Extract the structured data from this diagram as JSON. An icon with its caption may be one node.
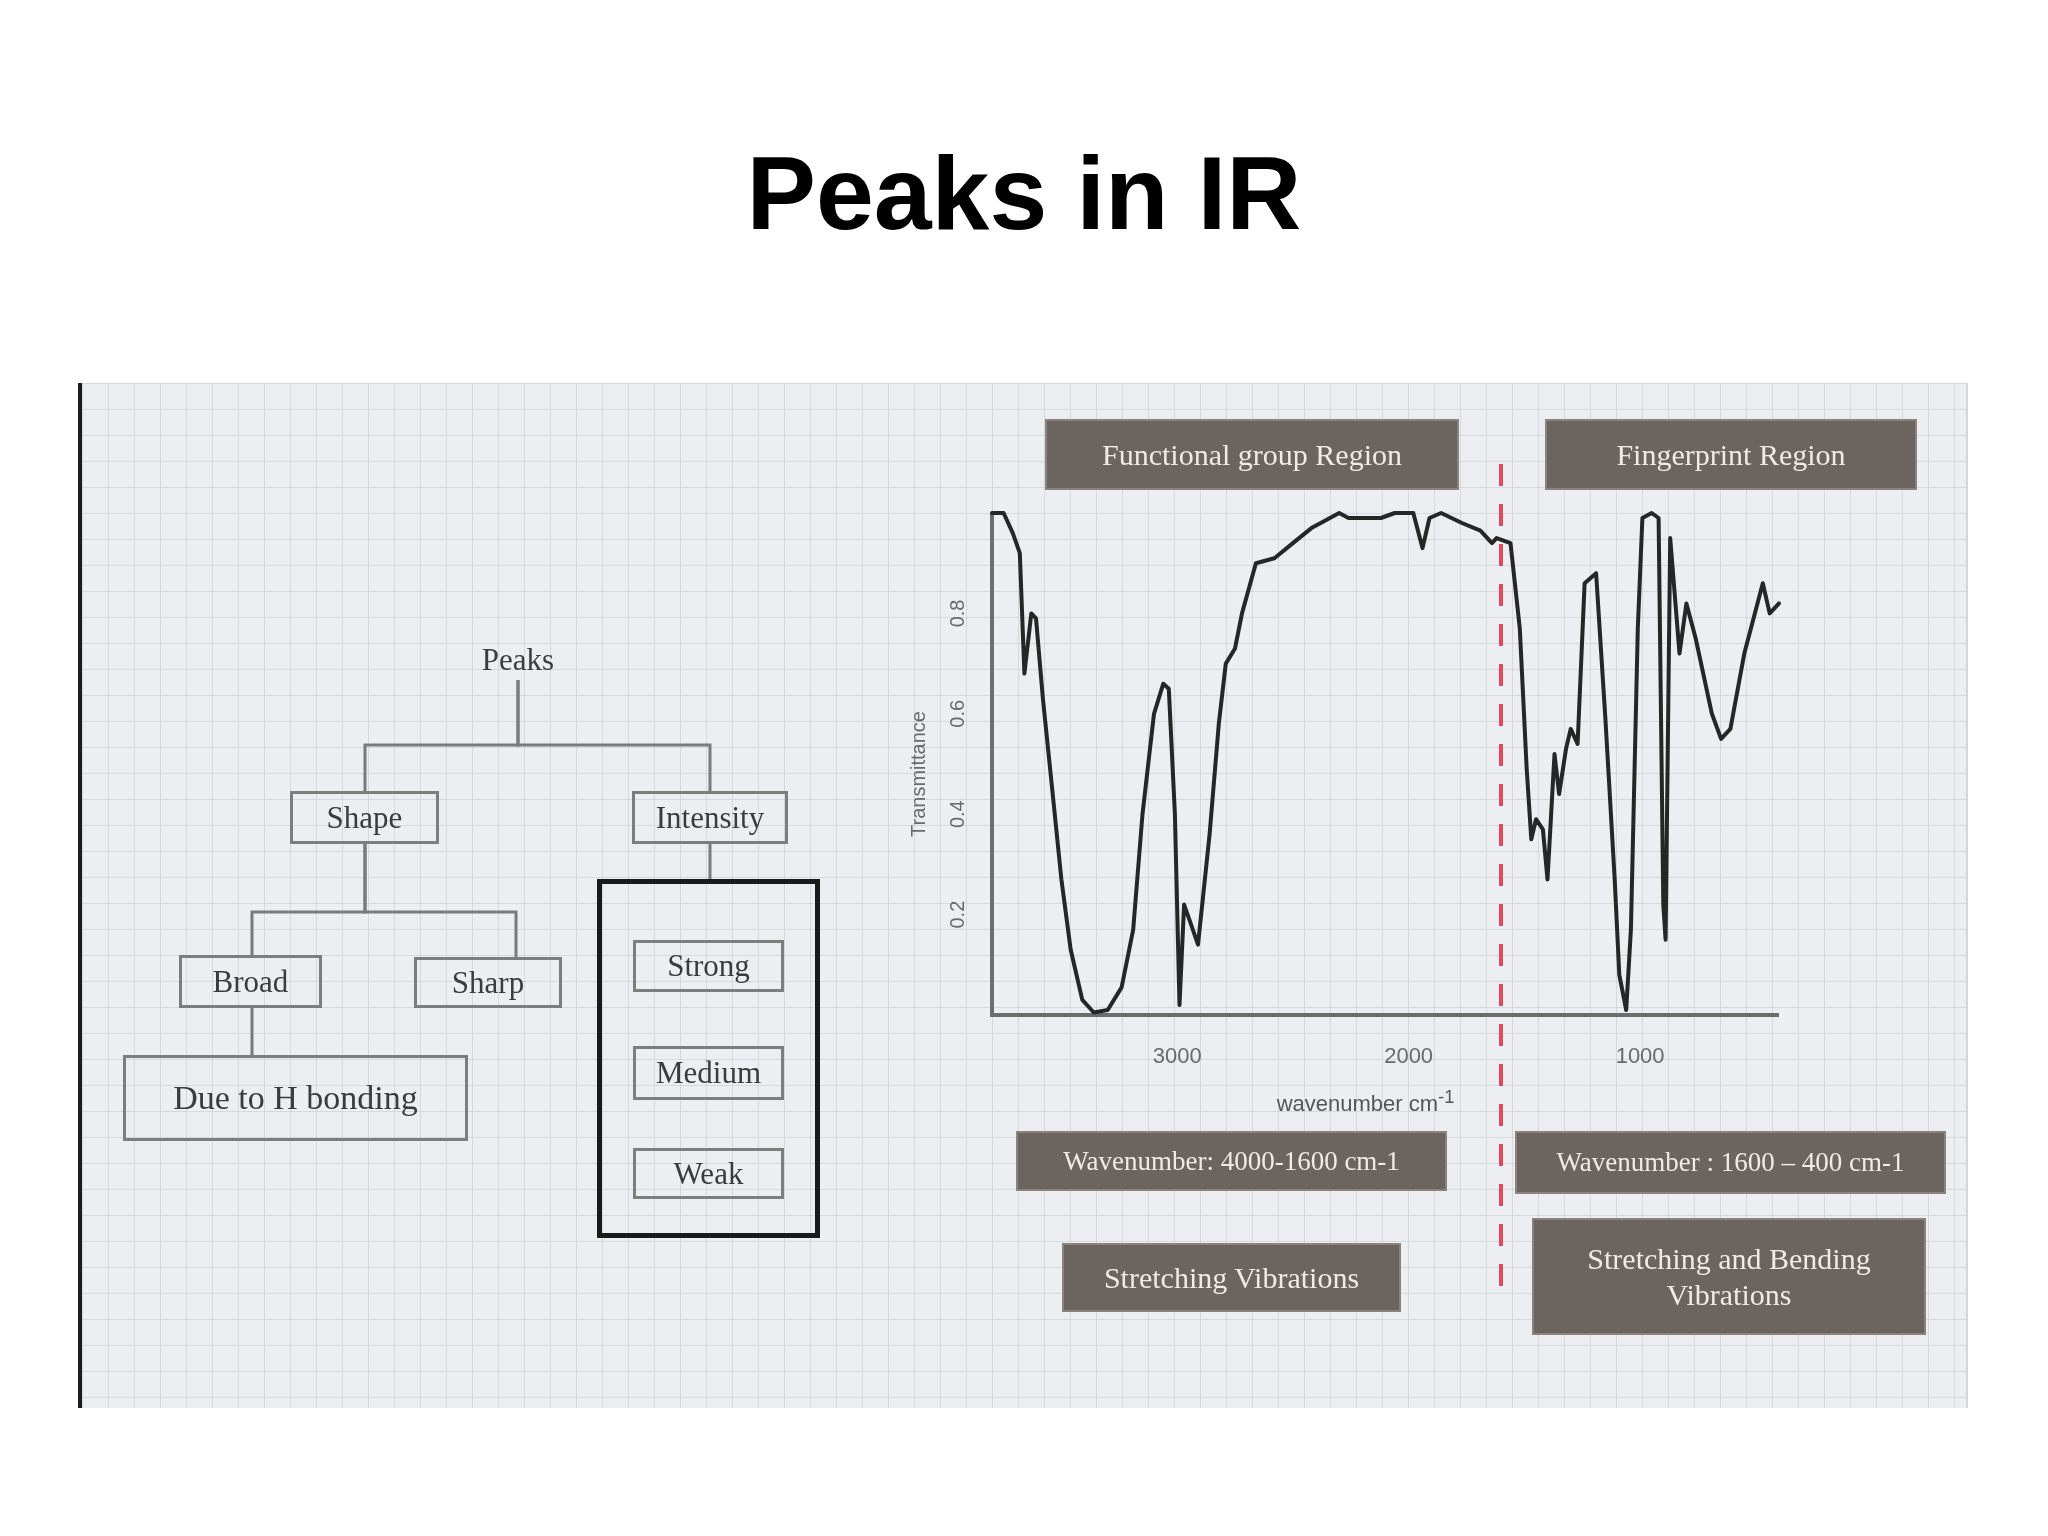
{
  "diagram": {
    "title": "Peaks in IR",
    "nodes": [
      {
        "text": [
          "Peaks"
        ]
      },
      {
        "text": [
          "Shape"
        ]
      },
      {
        "text": [
          "Intensity"
        ]
      },
      {
        "text": [
          "Broad"
        ]
      },
      {
        "text": [
          "Sharp"
        ]
      },
      {
        "text": [
          "Due to H bonding"
        ]
      },
      {
        "text": [],
        "shape": "box"
      },
      {
        "text": [
          "Strong"
        ],
        "in": 6
      },
      {
        "text": [
          "Medium"
        ],
        "in": 6
      },
      {
        "text": [
          "Weak"
        ],
        "in": 6
      },
      {
        "text": [
          "Functional group Region"
        ]
      },
      {
        "text": [
          "Fingerprint Region"
        ]
      },
      {
        "text": [
          "Wavenumber: 4000-1600 cm-1"
        ]
      },
      {
        "text": [
          "Wavenumber : 1600 – 400 cm-1"
        ]
      },
      {
        "text": [
          "Stretching Vibrations"
        ]
      },
      {
        "text": [
          "Stretching and Bending Vibrations"
        ]
      }
    ],
    "edges": [
      {
        "from": 0,
        "to": 1,
        "arrow": "none"
      },
      {
        "from": 0,
        "to": 2,
        "arrow": "none"
      },
      {
        "from": 1,
        "to": 3,
        "arrow": "none"
      },
      {
        "from": 1,
        "to": 4,
        "arrow": "none"
      },
      {
        "from": 3,
        "to": 5,
        "arrow": "none"
      },
      {
        "from": 2,
        "to": 6,
        "arrow": "none"
      }
    ],
    "chart_data": {
      "type": "line",
      "xlabel": "wavenumber cm$^{-1}$",
      "ylabel": "Transmittance",
      "x": [
        3800,
        3750,
        3710,
        3680,
        3660,
        3630,
        3610,
        3580,
        3540,
        3500,
        3460,
        3410,
        3360,
        3300,
        3240,
        3190,
        3150,
        3100,
        3060,
        3036,
        3010,
        2990,
        2970,
        2940,
        2910,
        2860,
        2820,
        2790,
        2750,
        2720,
        2660,
        2580,
        2500,
        2420,
        2380,
        2300,
        2260,
        2180,
        2120,
        2060,
        1980,
        1940,
        1910,
        1860,
        1770,
        1690,
        1640,
        1620,
        1560,
        1520,
        1490,
        1470,
        1450,
        1420,
        1400,
        1370,
        1350,
        1320,
        1300,
        1270,
        1240,
        1190,
        1150,
        1110,
        1090,
        1060,
        1040,
        1010,
        990,
        950,
        920,
        900,
        890,
        870,
        830,
        800,
        760,
        690,
        650,
        610,
        550,
        470,
        440,
        400
      ],
      "series": [
        {
          "color": "#262626",
          "values": [
            1.0,
            1.0,
            0.96,
            0.92,
            0.68,
            0.8,
            0.79,
            0.63,
            0.45,
            0.27,
            0.13,
            0.03,
            0.005,
            0.01,
            0.055,
            0.17,
            0.4,
            0.6,
            0.66,
            0.65,
            0.4,
            0.02,
            0.22,
            0.18,
            0.14,
            0.36,
            0.58,
            0.7,
            0.73,
            0.8,
            0.9,
            0.91,
            0.94,
            0.97,
            0.98,
            1.0,
            0.99,
            0.99,
            0.99,
            1.0,
            1.0,
            0.93,
            0.99,
            1.0,
            0.98,
            0.965,
            0.94,
            0.95,
            0.94,
            0.77,
            0.49,
            0.35,
            0.39,
            0.37,
            0.27,
            0.52,
            0.44,
            0.53,
            0.57,
            0.54,
            0.86,
            0.88,
            0.59,
            0.27,
            0.08,
            0.01,
            0.17,
            0.77,
            0.99,
            1.0,
            0.99,
            0.22,
            0.15,
            0.95,
            0.72,
            0.82,
            0.75,
            0.6,
            0.55,
            0.57,
            0.72,
            0.86,
            0.8,
            0.82
          ]
        }
      ],
      "xlim": [
        3800,
        400
      ],
      "ylim": [
        0,
        1
      ],
      "xticks": [
        3000,
        2000,
        1000
      ],
      "yticks": [
        0.2,
        0.4,
        0.6,
        0.8
      ]
    }
  }
}
